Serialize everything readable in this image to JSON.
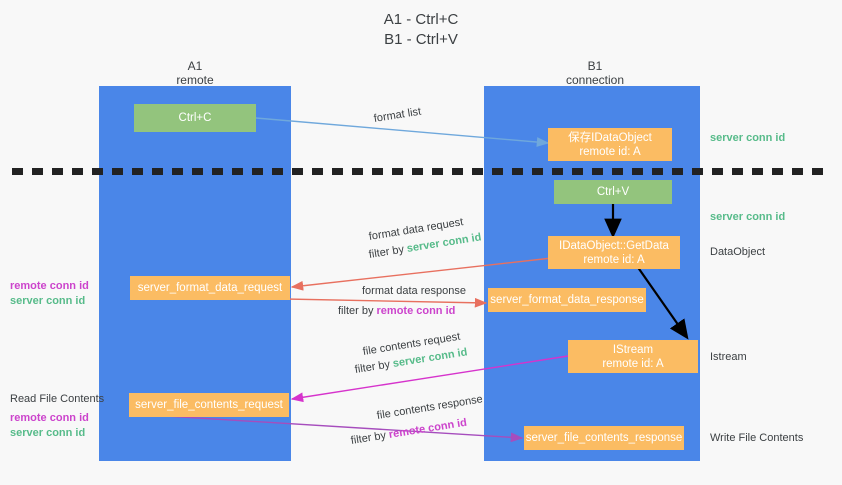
{
  "title": {
    "line1": "A1 - Ctrl+C",
    "line2": "B1 - Ctrl+V"
  },
  "lanes": [
    {
      "name": "A1",
      "sub": "remote"
    },
    {
      "name": "B1",
      "sub": "connection"
    }
  ],
  "boxes": [
    {
      "id": "ctrl-c",
      "label": "Ctrl+C",
      "sub": "",
      "color": "#93c47d"
    },
    {
      "id": "save-idataobject",
      "label": "保存IDataObject",
      "sub": "remote id: A",
      "color": "#fbbc63"
    },
    {
      "id": "ctrl-v",
      "label": "Ctrl+V",
      "sub": "",
      "color": "#93c47d"
    },
    {
      "id": "idataobject-getdata",
      "label": "IDataObject::GetData",
      "sub": "remote id: A",
      "color": "#fbbc63"
    },
    {
      "id": "server-format-data-request",
      "label": "server_format_data_request",
      "sub": "",
      "color": "#fbbc63"
    },
    {
      "id": "server-format-data-response",
      "label": "server_format_data_response",
      "sub": "",
      "color": "#fbbc63"
    },
    {
      "id": "istream",
      "label": "IStream",
      "sub": "remote id: A",
      "color": "#fbbc63"
    },
    {
      "id": "server-file-contents-request",
      "label": "server_file_contents_request",
      "sub": "",
      "color": "#fbbc63"
    },
    {
      "id": "server-file-contents-response",
      "label": "server_file_contents_response",
      "sub": "",
      "color": "#fbbc63"
    }
  ],
  "flow_labels": {
    "format_list": "format list",
    "format_data_request": "format data request",
    "format_data_request_filter_prefix": "filter by ",
    "format_data_request_filter_key": "server conn id",
    "format_data_response": "format data response",
    "format_data_response_filter_prefix": "filter by ",
    "format_data_response_filter_key": "remote conn id",
    "file_contents_request": "file contents request",
    "file_contents_request_filter_prefix": "filter by ",
    "file_contents_request_filter_key": "server conn id",
    "file_contents_response": "file contents response",
    "file_contents_response_filter_prefix": "filter by ",
    "file_contents_response_filter_key": "remote conn id"
  },
  "right_labels": [
    {
      "id": "server-conn-id-top",
      "text": "server conn id",
      "color": "#57bb8a"
    },
    {
      "id": "server-conn-id-mid",
      "text": "server conn id",
      "color": "#57bb8a"
    },
    {
      "id": "dataobject",
      "text": "DataObject",
      "color": "#3c4043"
    },
    {
      "id": "istream-label",
      "text": "Istream",
      "color": "#3c4043"
    },
    {
      "id": "write-file-contents",
      "text": "Write File Contents",
      "color": "#3c4043"
    }
  ],
  "left_labels": {
    "group1_remote": "remote conn id",
    "group1_server": "server conn id",
    "read_file_contents": "Read File Contents",
    "group2_remote": "remote conn id",
    "group2_server": "server conn id"
  },
  "colors": {
    "lane": "#4a86e8",
    "green_box": "#93c47d",
    "orange_box": "#fbbc63",
    "green_text": "#57bb8a",
    "purple_text": "#cc44cc",
    "arrow_blue": "#6fa8dc",
    "arrow_red": "#e8705f",
    "arrow_magenta": "#d633cc",
    "arrow_purple": "#a64dbd",
    "arrow_black": "#000000",
    "background": "#f8f8f8",
    "text": "#3c4043"
  }
}
